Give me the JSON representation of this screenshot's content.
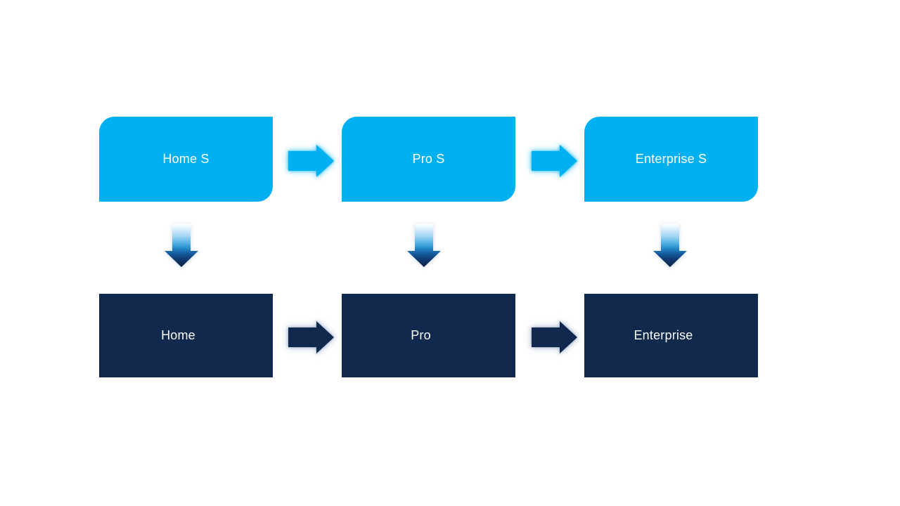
{
  "diagram": {
    "top_row": {
      "nodes": [
        {
          "label": "Home S"
        },
        {
          "label": "Pro S"
        },
        {
          "label": "Enterprise S"
        }
      ]
    },
    "bottom_row": {
      "nodes": [
        {
          "label": "Home"
        },
        {
          "label": "Pro"
        },
        {
          "label": "Enterprise"
        }
      ]
    },
    "icons": {
      "right_arrow": "→",
      "down_arrow": "↓"
    }
  },
  "colors": {
    "node_top_fill": "#00B0F0",
    "node_bottom_fill": "#10294C",
    "label_text": "#FFFFFF",
    "background": "#FFFFFF"
  }
}
